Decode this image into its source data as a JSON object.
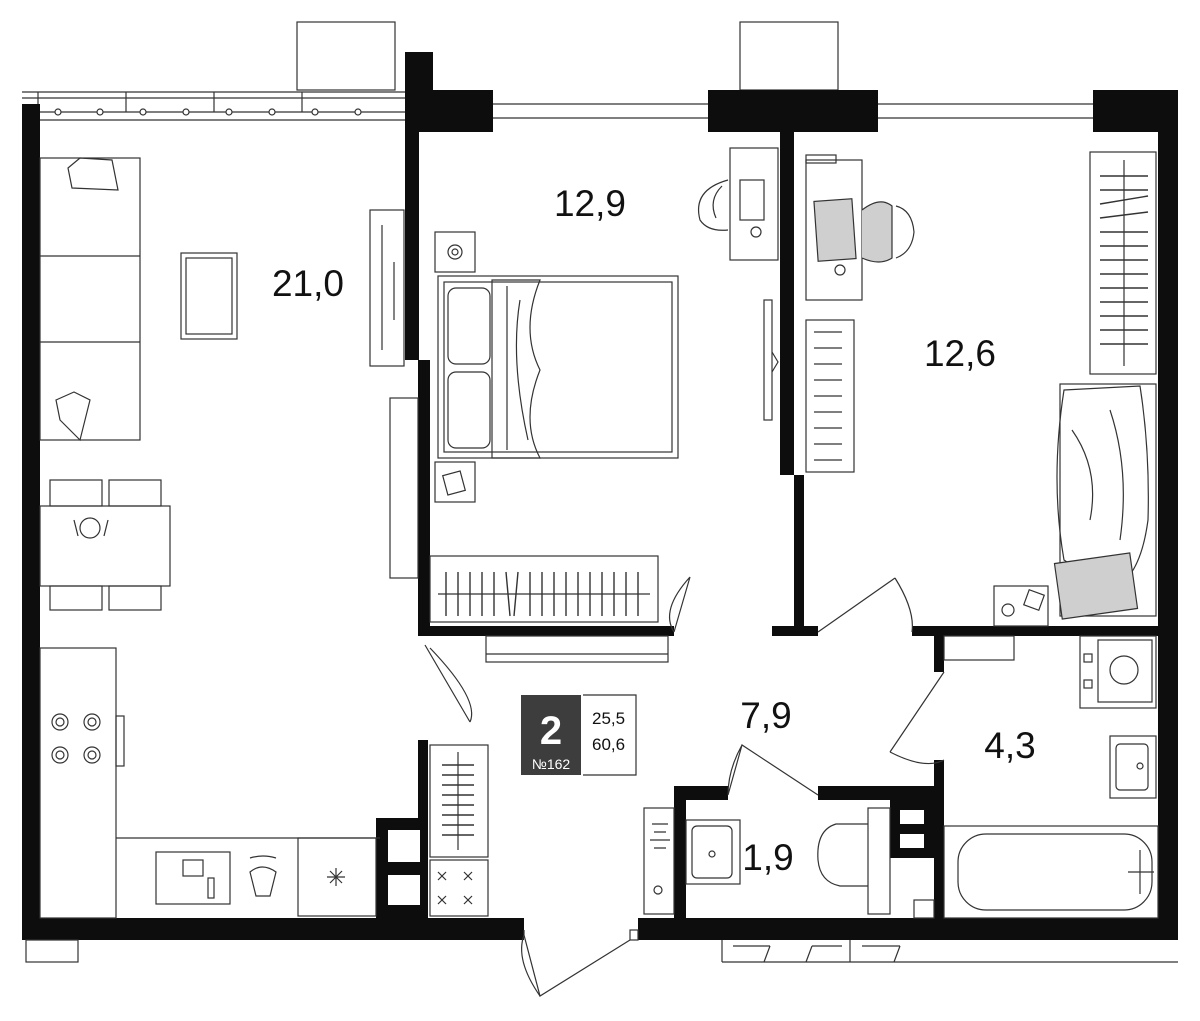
{
  "rooms": [
    {
      "id": "living",
      "area": "21,0"
    },
    {
      "id": "bedroom-1",
      "area": "12,9"
    },
    {
      "id": "bedroom-2",
      "area": "12,6"
    },
    {
      "id": "hall",
      "area": "7,9"
    },
    {
      "id": "bathroom",
      "area": "4,3"
    },
    {
      "id": "wc",
      "area": "1,9"
    }
  ],
  "badge": {
    "rooms": "2",
    "number": "№162",
    "living_area": "25,5",
    "total_area": "60,6",
    "bg_color": "#3d3d3d"
  }
}
